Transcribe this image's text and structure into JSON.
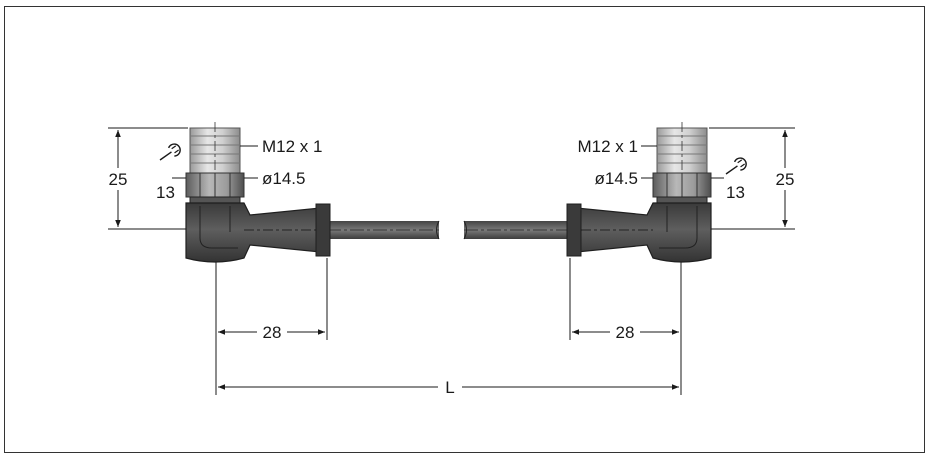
{
  "left_connector": {
    "thread_label": "M12 x 1",
    "diameter_label": "ø14.5",
    "wrench_size": "13",
    "height": "25",
    "length": "28"
  },
  "right_connector": {
    "thread_label": "M12 x 1",
    "diameter_label": "ø14.5",
    "wrench_size": "13",
    "height": "25",
    "length": "28"
  },
  "cable": {
    "length_label": "L"
  },
  "colors": {
    "connector_body": "#4a4a4a",
    "connector_dark": "#2e2e2e",
    "thread_metal": "#c8c8c8",
    "nut_metal": "#8a8a8a",
    "cable": "#5a5a5a",
    "dimension_line": "#1a1a1a"
  }
}
